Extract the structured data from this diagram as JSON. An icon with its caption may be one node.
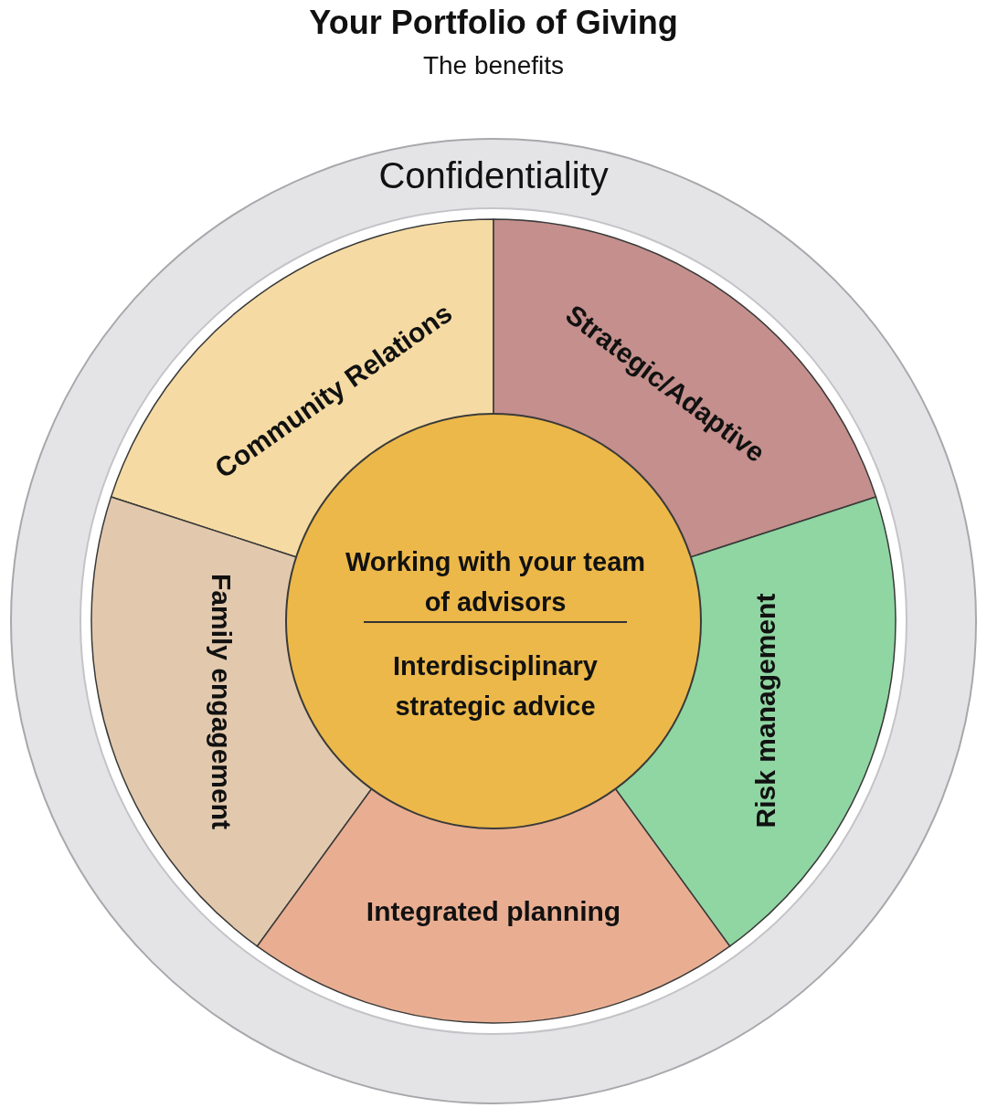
{
  "diagram": {
    "title": "Your Portfolio of Giving",
    "nodes": [
      {
        "text": [
          "Confidentiality"
        ]
      },
      {
        "text": [
          "Community Relations"
        ],
        "in": 0
      },
      {
        "text": [
          "Strategic/Adaptive"
        ],
        "in": 0
      },
      {
        "text": [
          "Family engagement"
        ],
        "in": 0
      },
      {
        "text": [
          "Working with your team of advisors",
          "Interdisciplinary strategic advice"
        ],
        "in": 0
      },
      {
        "text": [
          "Risk management"
        ],
        "in": 0
      },
      {
        "text": [
          "Integrated planning"
        ],
        "in": 0
      }
    ],
    "edges": [],
    "labels": [
      "The benefits"
    ]
  }
}
